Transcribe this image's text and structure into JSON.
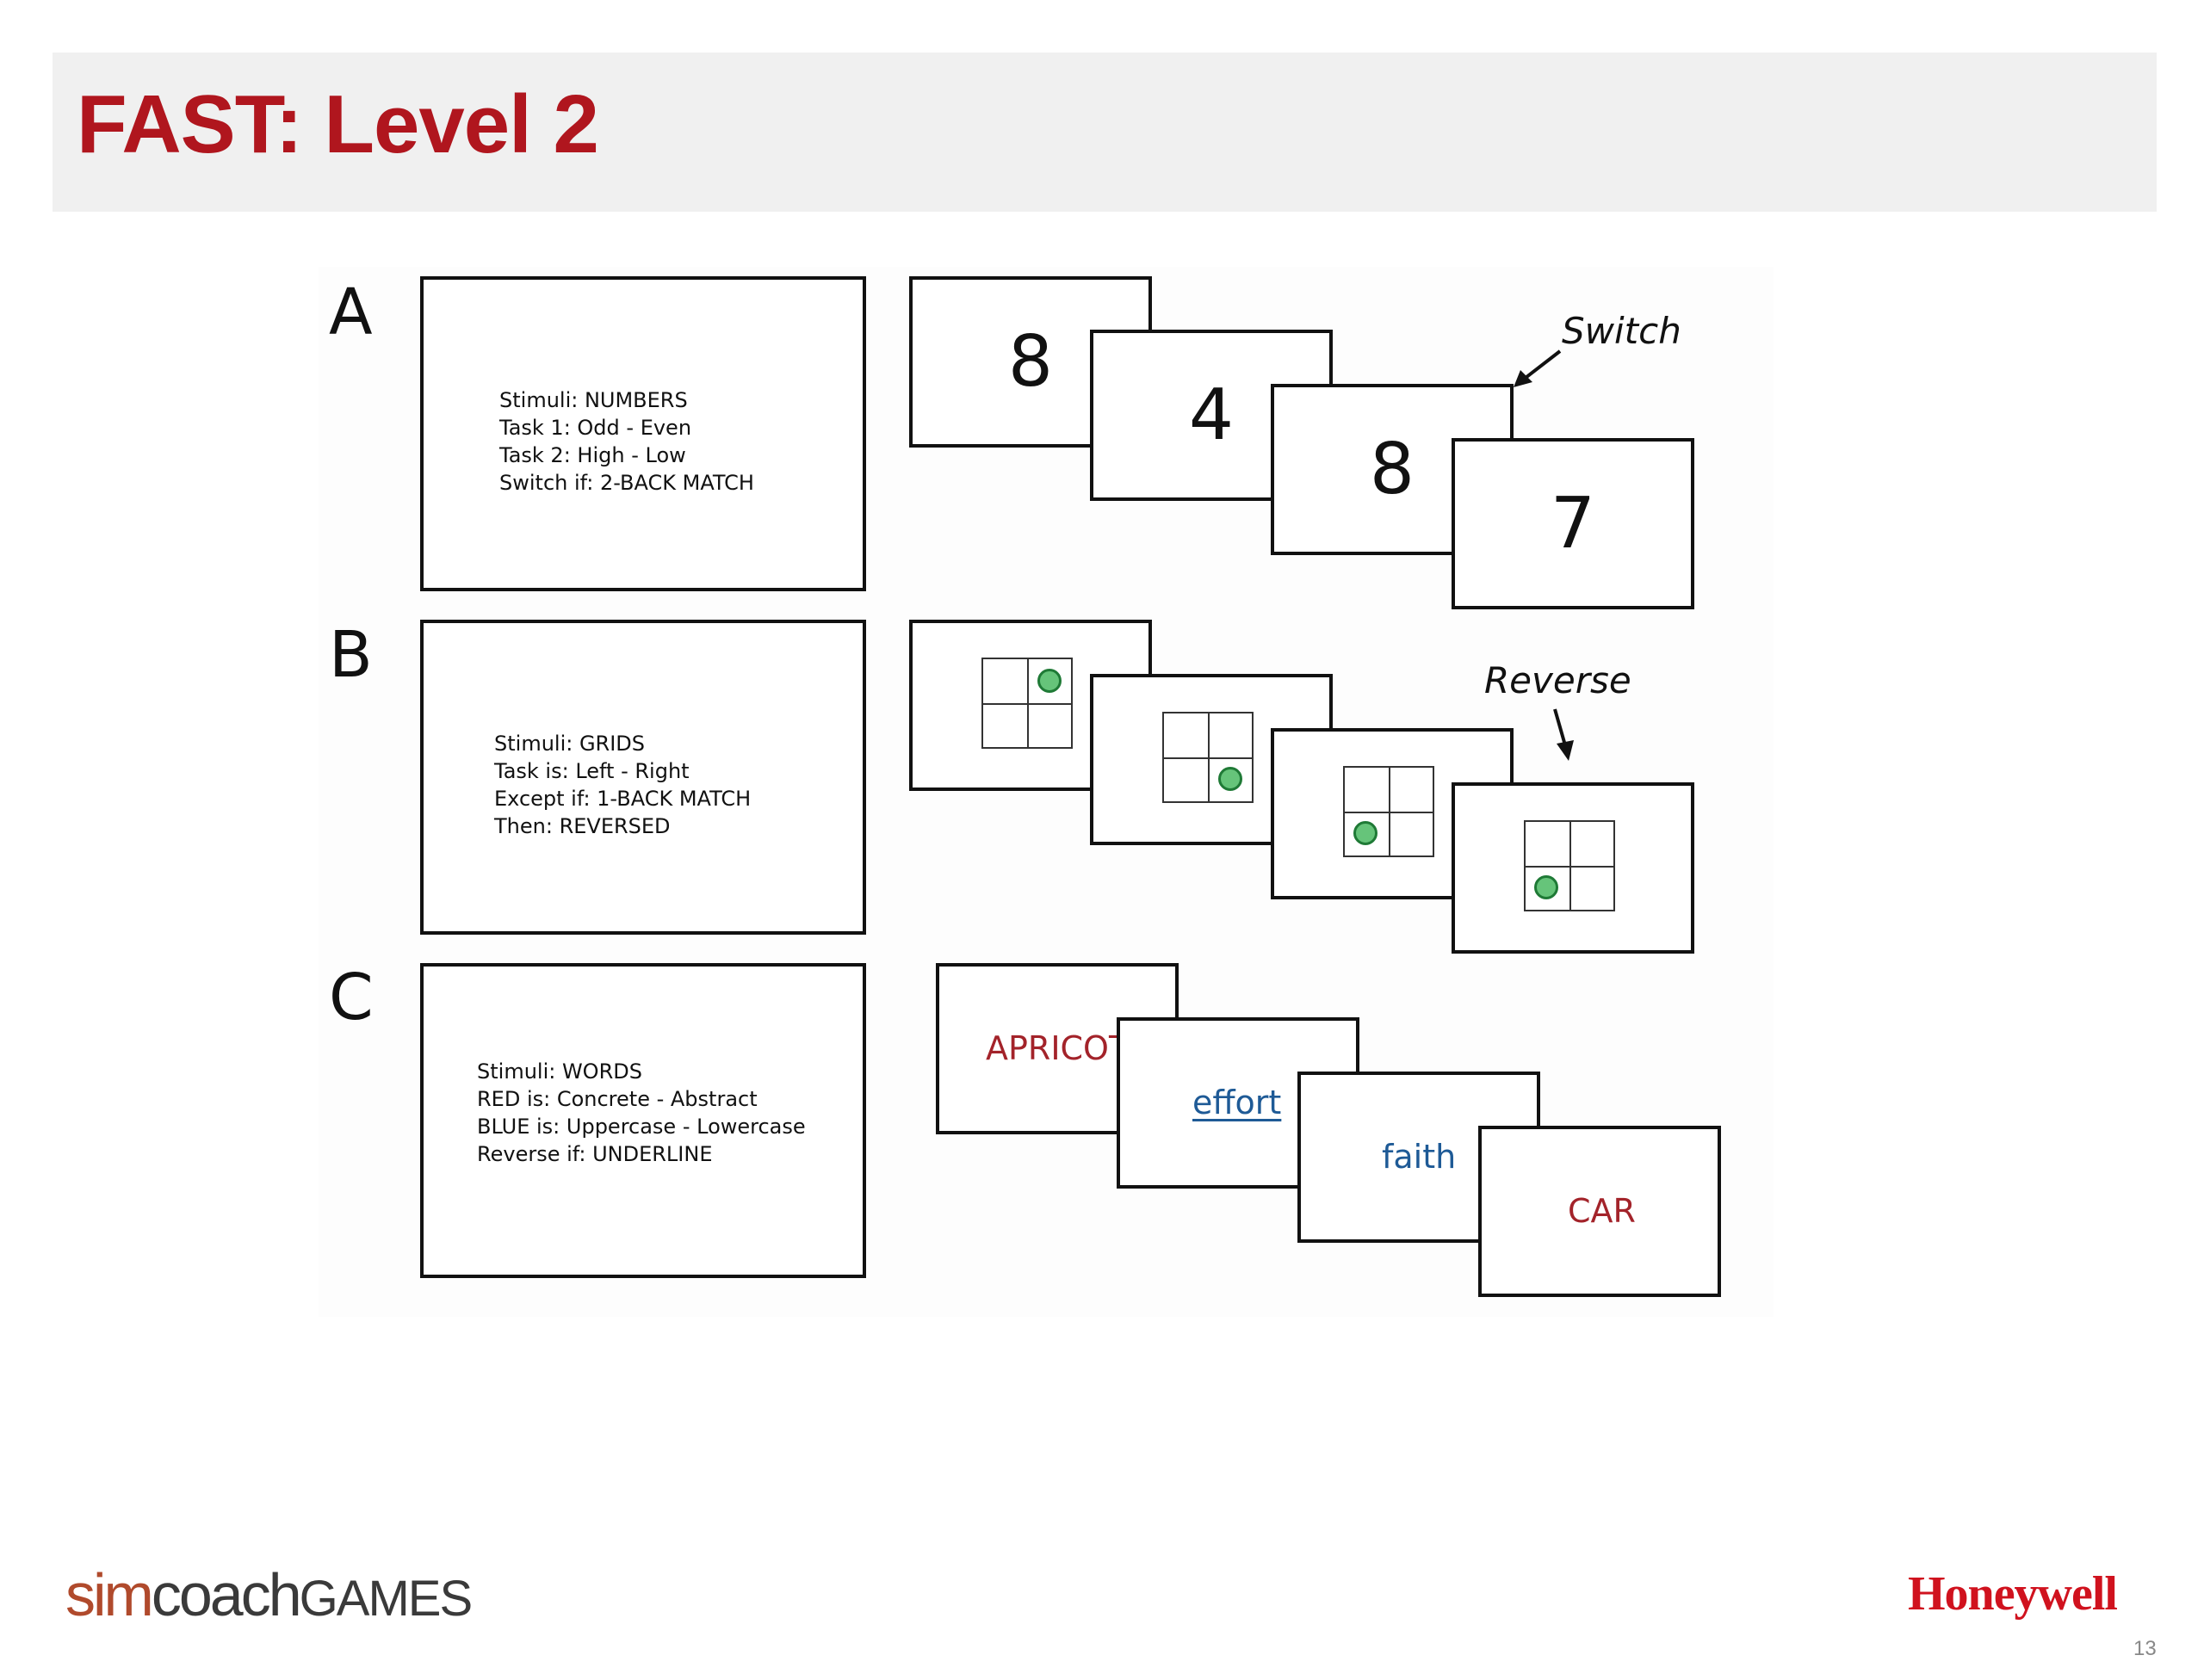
{
  "slide": {
    "title": "FAST: Level 2",
    "page_number": "13"
  },
  "rows": {
    "a": {
      "letter": "A",
      "description": [
        "Stimuli: NUMBERS",
        "Task 1: Odd - Even",
        "Task 2: High - Low",
        "Switch if: 2-BACK MATCH"
      ],
      "cards": [
        "8",
        "4",
        "8",
        "7"
      ],
      "annotation": "Switch"
    },
    "b": {
      "letter": "B",
      "description": [
        "Stimuli: GRIDS",
        "Task is: Left - Right",
        "Except if: 1-BACK MATCH",
        "Then: REVERSED"
      ],
      "card_dot_positions": [
        "top-right",
        "bottom-right",
        "bottom-left",
        "bottom-left"
      ],
      "annotation": "Reverse"
    },
    "c": {
      "letter": "C",
      "description": [
        "Stimuli: WORDS",
        "RED is: Concrete - Abstract",
        "BLUE is: Uppercase - Lowercase",
        "Reverse if: UNDERLINE"
      ],
      "words": [
        {
          "text": "APRICOT",
          "color": "#a3232a",
          "underline": false
        },
        {
          "text": "effort",
          "color": "#1e5a96",
          "underline": true
        },
        {
          "text": "faith",
          "color": "#1e5a96",
          "underline": false
        },
        {
          "text": "CAR",
          "color": "#a3232a",
          "underline": false
        }
      ]
    }
  },
  "logos": {
    "left": {
      "sim": "sim",
      "coach": "coach",
      "games": "GAMES"
    },
    "right": "Honeywell"
  },
  "colors": {
    "title": "#b0161e",
    "title_bar": "#f0f0f0",
    "dot_fill": "#66c47a",
    "honeywell_red": "#d0121e"
  }
}
